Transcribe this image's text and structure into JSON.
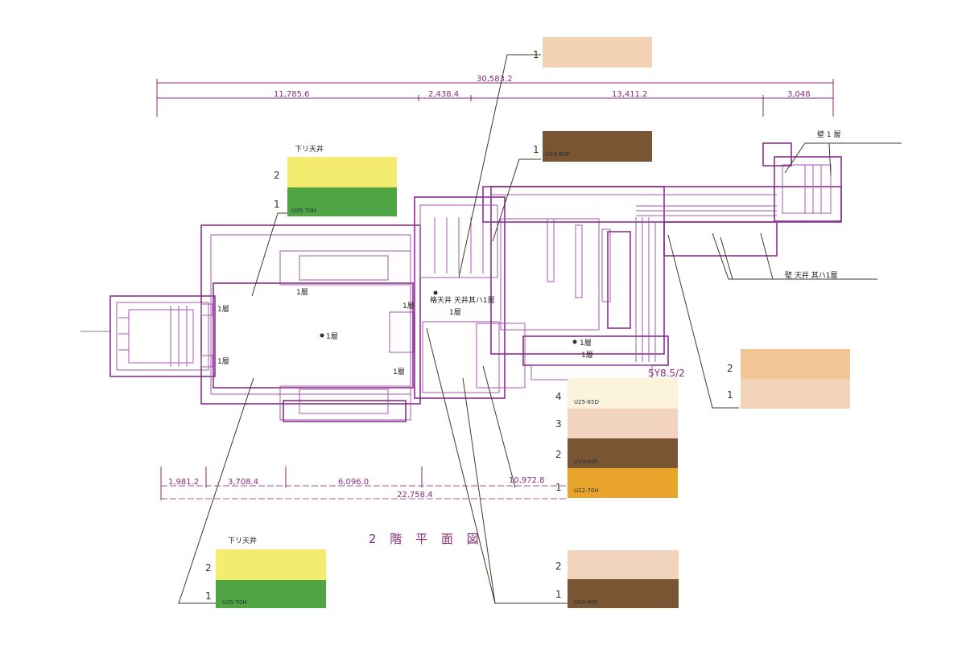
{
  "title": "2 階 平 面 図",
  "dimensions": {
    "top_total": "30,583.2",
    "top_segments": [
      "11,785.6",
      "2,438.4",
      "13,411.2",
      "3,048"
    ],
    "bottom_segments": [
      "1,981.2",
      "3,708.4",
      "6,096.0",
      "22,758.4",
      "10,972.8"
    ],
    "right_note": "5Y8.5/2"
  },
  "room_labels": {
    "main_hall": "1層",
    "left_upper": "1層",
    "left_lower": "1層",
    "hall_side": "1層",
    "center": "格天井 天井其ハ1層",
    "center_sub": "1層",
    "center_left": "1層",
    "center_lower": "1層",
    "stair_upper": "1層",
    "stair_lower": "1層",
    "wall_label": "壁 1 層",
    "wall_ceiling_label": "壁 天井 其ハ1層"
  },
  "swatch_groups": [
    {
      "heading": "",
      "items": [
        {
          "num": "1",
          "code": "",
          "color": "#f3d2b4"
        }
      ]
    },
    {
      "heading": "",
      "items": [
        {
          "num": "1",
          "code": "U19-60F",
          "color": "#7a5533"
        }
      ]
    },
    {
      "heading": "下リ天井",
      "items": [
        {
          "num": "2",
          "code": "",
          "color": "#f4ec6e"
        },
        {
          "num": "1",
          "code": "U35-70H",
          "color": "#4fa544"
        }
      ]
    },
    {
      "heading": "",
      "items": [
        {
          "num": "2",
          "code": "",
          "color": "#f1c596"
        },
        {
          "num": "1",
          "code": "",
          "color": "#f4d3bb"
        }
      ]
    },
    {
      "heading": "",
      "items": [
        {
          "num": "4",
          "code": "U25-85D",
          "color": "#fcf3dc"
        },
        {
          "num": "3",
          "code": "",
          "color": "#f2d4c0"
        },
        {
          "num": "2",
          "code": "U19-60F",
          "color": "#7a5533"
        },
        {
          "num": "1",
          "code": "U22-70H",
          "color": "#e9a42c"
        }
      ]
    },
    {
      "heading": "下リ天井",
      "items": [
        {
          "num": "2",
          "code": "",
          "color": "#f4ec6e"
        },
        {
          "num": "1",
          "code": "U35-70H",
          "color": "#4fa544"
        }
      ]
    },
    {
      "heading": "",
      "items": [
        {
          "num": "2",
          "code": "",
          "color": "#f2d3bc"
        },
        {
          "num": "1",
          "code": "U19-60F",
          "color": "#7a5533"
        }
      ]
    }
  ]
}
